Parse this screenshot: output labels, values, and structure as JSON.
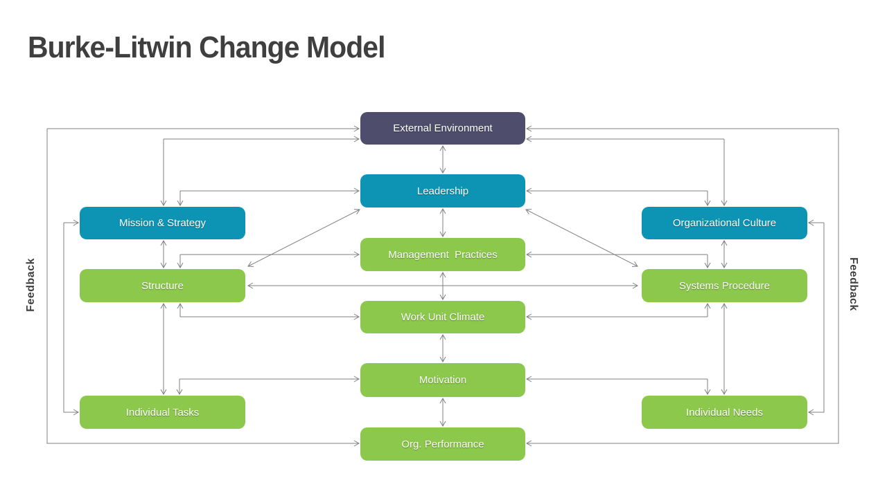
{
  "slide": {
    "title": "Burke-Litwin Change Model"
  },
  "colors": {
    "dark_box": "#4E4D6C",
    "teal_box": "#0D94B4",
    "green_box": "#8CC84B",
    "connector": "#7F7F7F",
    "title_text": "#3F3F3F",
    "feedback_text": "#3F3F3F",
    "box_text": "#FFFFFF",
    "background": "#FFFFFF"
  },
  "feedback": {
    "left_label": "Feedback",
    "right_label": "Feedback"
  },
  "nodes": {
    "external_environment": {
      "label": "External Environment",
      "color": "#4E4D6C"
    },
    "leadership": {
      "label": "Leadership",
      "color": "#0D94B4"
    },
    "mission_strategy": {
      "label": "Mission & Strategy",
      "color": "#0D94B4"
    },
    "organizational_culture": {
      "label": "Organizational Culture",
      "color": "#0D94B4"
    },
    "management_practices": {
      "label": "Management  Practices",
      "color": "#8CC84B"
    },
    "structure": {
      "label": "Structure",
      "color": "#8CC84B"
    },
    "systems_procedure": {
      "label": "Systems Procedure",
      "color": "#8CC84B"
    },
    "work_unit_climate": {
      "label": "Work Unit Climate",
      "color": "#8CC84B"
    },
    "motivation": {
      "label": "Motivation",
      "color": "#8CC84B"
    },
    "individual_tasks": {
      "label": "Individual Tasks",
      "color": "#8CC84B"
    },
    "individual_needs": {
      "label": "Individual Needs",
      "color": "#8CC84B"
    },
    "org_performance": {
      "label": "Org. Performance",
      "color": "#8CC84B"
    }
  },
  "connections": [
    {
      "from": "external_environment",
      "to": "leadership",
      "type": "two-way"
    },
    {
      "from": "leadership",
      "to": "management_practices",
      "type": "two-way"
    },
    {
      "from": "management_practices",
      "to": "work_unit_climate",
      "type": "two-way"
    },
    {
      "from": "work_unit_climate",
      "to": "motivation",
      "type": "two-way"
    },
    {
      "from": "motivation",
      "to": "org_performance",
      "type": "two-way"
    },
    {
      "from": "mission_strategy",
      "to": "structure",
      "type": "two-way"
    },
    {
      "from": "organizational_culture",
      "to": "systems_procedure",
      "type": "two-way"
    },
    {
      "from": "structure",
      "to": "systems_procedure",
      "type": "two-way"
    },
    {
      "from": "structure",
      "to": "individual_tasks",
      "type": "two-way"
    },
    {
      "from": "systems_procedure",
      "to": "individual_needs",
      "type": "two-way"
    },
    {
      "from": "leadership",
      "to": "structure",
      "type": "two-way-diagonal"
    },
    {
      "from": "leadership",
      "to": "systems_procedure",
      "type": "two-way-diagonal"
    },
    {
      "from": "external_environment",
      "to": "mission_strategy",
      "type": "two-way"
    },
    {
      "from": "leadership",
      "to": "mission_strategy",
      "type": "two-way"
    },
    {
      "from": "external_environment",
      "to": "organizational_culture",
      "type": "two-way"
    },
    {
      "from": "leadership",
      "to": "organizational_culture",
      "type": "two-way"
    },
    {
      "from": "management_practices",
      "to": "structure",
      "type": "two-way"
    },
    {
      "from": "management_practices",
      "to": "systems_procedure",
      "type": "two-way"
    },
    {
      "from": "work_unit_climate",
      "to": "structure",
      "type": "two-way"
    },
    {
      "from": "work_unit_climate",
      "to": "systems_procedure",
      "type": "two-way"
    },
    {
      "from": "motivation",
      "to": "individual_tasks",
      "type": "two-way"
    },
    {
      "from": "motivation",
      "to": "individual_needs",
      "type": "two-way"
    },
    {
      "from": "mission_strategy",
      "to": "individual_tasks",
      "type": "feedback"
    },
    {
      "from": "organizational_culture",
      "to": "individual_needs",
      "type": "feedback"
    },
    {
      "from": "org_performance",
      "to": "external_environment",
      "type": "feedback-loop-left"
    },
    {
      "from": "org_performance",
      "to": "external_environment",
      "type": "feedback-loop-right"
    }
  ]
}
